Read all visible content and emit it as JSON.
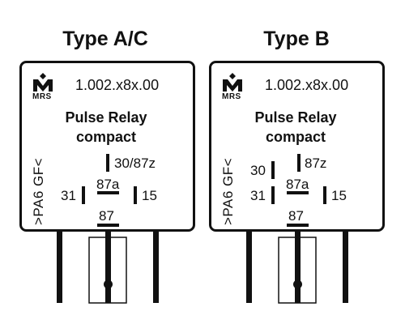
{
  "types": [
    {
      "title": "Type A/C",
      "part_number": "1.002.x8x.00",
      "name_line1": "Pulse Relay",
      "name_line2": "compact",
      "material": ">PA6 GF<",
      "logo": {
        "icon": "mrs-logo-icon",
        "text": "MRS"
      },
      "pins": {
        "p30": "30/87z",
        "p87a": "87a",
        "p31": "31",
        "p15": "15",
        "p87": "87"
      }
    },
    {
      "title": "Type B",
      "part_number": "1.002.x8x.00",
      "name_line1": "Pulse Relay",
      "name_line2": "compact",
      "material": ">PA6 GF<",
      "logo": {
        "icon": "mrs-logo-icon",
        "text": "MRS"
      },
      "pins": {
        "p30": "30",
        "p87z": "87z",
        "p87a": "87a",
        "p31": "31",
        "p15": "15",
        "p87": "87"
      }
    }
  ],
  "colors": {
    "ink": "#111111",
    "background": "#ffffff"
  }
}
